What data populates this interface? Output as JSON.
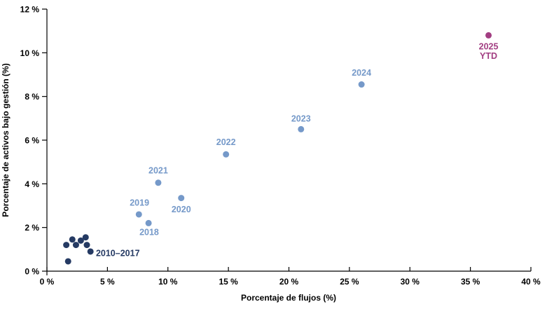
{
  "chart_data": {
    "type": "scatter",
    "title": "",
    "xlabel": "Porcentaje de flujos (%)",
    "ylabel": "Porcentaje de activos bajo gestión (%)",
    "xlim": [
      0,
      40
    ],
    "ylim": [
      0,
      12
    ],
    "grid": false,
    "legend_position": "none (inline point labels)",
    "x_ticks": [
      {
        "value": 0,
        "label": "0 %"
      },
      {
        "value": 5,
        "label": "5 %"
      },
      {
        "value": 10,
        "label": "10 %"
      },
      {
        "value": 15,
        "label": "15 %"
      },
      {
        "value": 20,
        "label": "20 %"
      },
      {
        "value": 25,
        "label": "25 %"
      },
      {
        "value": 30,
        "label": "30 %"
      },
      {
        "value": 35,
        "label": "35 %"
      },
      {
        "value": 40,
        "label": "40 %"
      }
    ],
    "y_ticks": [
      {
        "value": 0,
        "label": "0 %"
      },
      {
        "value": 2,
        "label": "2 %"
      },
      {
        "value": 4,
        "label": "4 %"
      },
      {
        "value": 6,
        "label": "6 %"
      },
      {
        "value": 8,
        "label": "8 %"
      },
      {
        "value": 10,
        "label": "10 %"
      },
      {
        "value": 12,
        "label": "12 %"
      }
    ],
    "colors": {
      "navy": "#253a63",
      "steel_blue": "#7599c9",
      "magenta": "#a23e82",
      "axis": "#000000"
    },
    "series": [
      {
        "name": "2010–2017",
        "color": "#253a63",
        "points": [
          [
            1.6,
            1.2
          ],
          [
            2.1,
            1.45
          ],
          [
            2.4,
            1.2
          ],
          [
            2.8,
            1.4
          ],
          [
            3.2,
            1.55
          ],
          [
            3.3,
            1.2
          ],
          [
            3.6,
            0.9
          ],
          [
            1.75,
            0.45
          ]
        ],
        "label": {
          "lines": [
            "2010–2017"
          ],
          "x": 4.05,
          "y": 0.82,
          "anchor": "start"
        }
      },
      {
        "name": "2018",
        "color": "#7599c9",
        "points": [
          [
            8.4,
            2.2
          ]
        ],
        "label": {
          "lines": [
            "2018"
          ],
          "x": 8.45,
          "y": 1.78,
          "anchor": "middle"
        }
      },
      {
        "name": "2019",
        "color": "#7599c9",
        "points": [
          [
            7.6,
            2.6
          ]
        ],
        "label": {
          "lines": [
            "2019"
          ],
          "x": 7.65,
          "y": 3.13,
          "anchor": "middle"
        }
      },
      {
        "name": "2020",
        "color": "#7599c9",
        "points": [
          [
            11.1,
            3.35
          ]
        ],
        "label": {
          "lines": [
            "2020"
          ],
          "x": 11.1,
          "y": 2.83,
          "anchor": "middle"
        }
      },
      {
        "name": "2021",
        "color": "#7599c9",
        "points": [
          [
            9.2,
            4.05
          ]
        ],
        "label": {
          "lines": [
            "2021"
          ],
          "x": 9.2,
          "y": 4.6,
          "anchor": "middle"
        }
      },
      {
        "name": "2022",
        "color": "#7599c9",
        "points": [
          [
            14.8,
            5.35
          ]
        ],
        "label": {
          "lines": [
            "2022"
          ],
          "x": 14.8,
          "y": 5.91,
          "anchor": "middle"
        }
      },
      {
        "name": "2023",
        "color": "#7599c9",
        "points": [
          [
            21.0,
            6.5
          ]
        ],
        "label": {
          "lines": [
            "2023"
          ],
          "x": 21.0,
          "y": 6.98,
          "anchor": "middle"
        }
      },
      {
        "name": "2024",
        "color": "#7599c9",
        "points": [
          [
            26.0,
            8.55
          ]
        ],
        "label": {
          "lines": [
            "2024"
          ],
          "x": 26.0,
          "y": 9.08,
          "anchor": "middle"
        }
      },
      {
        "name": "2025 YTD",
        "color": "#a23e82",
        "points": [
          [
            36.5,
            10.8
          ]
        ],
        "label": {
          "lines": [
            "2025",
            "YTD"
          ],
          "x": 36.5,
          "y": 10.29,
          "anchor": "middle"
        }
      }
    ]
  }
}
